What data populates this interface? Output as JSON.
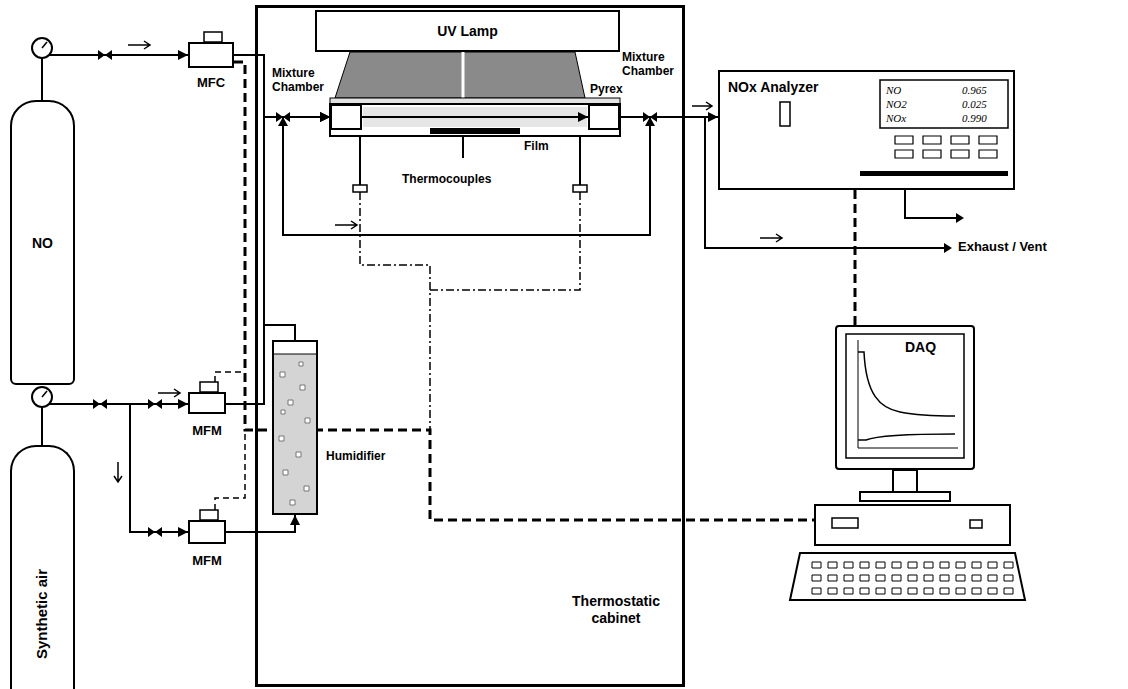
{
  "diagram": {
    "nodes": [
      {
        "text": [
          "NO"
        ]
      },
      {
        "text": [
          "MFC"
        ]
      },
      {
        "text": [
          "Thermostatic cabinet"
        ]
      },
      {
        "text": [
          "UV Lamp"
        ],
        "in": 2
      },
      {
        "text": [
          "Mixture Chamber"
        ],
        "in": 2
      },
      {
        "text": [
          "Mixture Chamber"
        ],
        "in": 2
      },
      {
        "text": [
          "NOx Analyzer"
        ]
      },
      {
        "text": [
          "Synthetic air"
        ]
      },
      {
        "text": [
          "MFM"
        ]
      },
      {
        "text": [
          "MFM"
        ]
      },
      {
        "text": [
          "Humidifier"
        ],
        "in": 2
      },
      {
        "text": [
          "DAQ"
        ]
      }
    ],
    "edges": [
      {
        "from": 0,
        "to": 1,
        "arrow": "to"
      },
      {
        "from": 1,
        "to": 4,
        "arrow": "to"
      },
      {
        "from": 4,
        "to": 5,
        "arrow": "to"
      },
      {
        "from": 5,
        "to": 6,
        "arrow": "to"
      },
      {
        "from": 7,
        "to": 8,
        "arrow": "to"
      },
      {
        "from": 7,
        "to": 9,
        "arrow": "to"
      },
      {
        "from": 8,
        "to": 4,
        "arrow": "to"
      },
      {
        "from": 9,
        "to": 10,
        "arrow": "to"
      },
      {
        "from": 10,
        "to": 4,
        "arrow": "to"
      },
      {
        "from": 6,
        "to": 11,
        "arrow": "none"
      }
    ],
    "labels": [
      "Pyrex",
      "Film",
      "Thermocouples",
      "NO",
      "0.965",
      "NO2",
      "0.025",
      "NOx",
      "0.990",
      "Exhaust / Vent"
    ]
  }
}
